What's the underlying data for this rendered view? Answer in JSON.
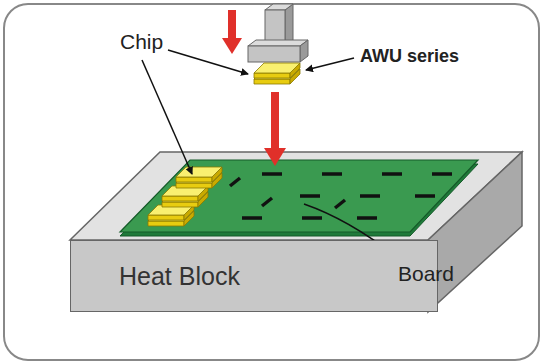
{
  "diagram": {
    "nodes": [
      {
        "text": [
          "Heat Block"
        ]
      }
    ],
    "labels": [
      "Chip",
      "AWU series",
      "Board"
    ]
  }
}
